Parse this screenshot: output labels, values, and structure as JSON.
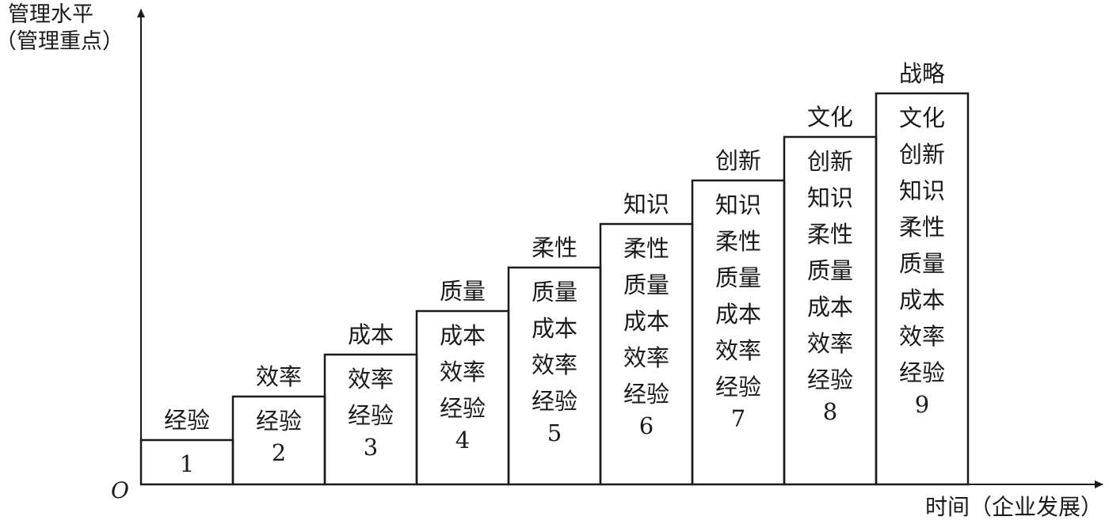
{
  "axes": {
    "y_label_line1": "管理水平",
    "y_label_line2": "（管理重点）",
    "x_label": "时间（企业发展）",
    "origin": "O"
  },
  "stages": [
    {
      "number": "1",
      "label": "经验",
      "contents": []
    },
    {
      "number": "2",
      "label": "效率",
      "contents": [
        "经验"
      ]
    },
    {
      "number": "3",
      "label": "成本",
      "contents": [
        "效率",
        "经验"
      ]
    },
    {
      "number": "4",
      "label": "质量",
      "contents": [
        "成本",
        "效率",
        "经验"
      ]
    },
    {
      "number": "5",
      "label": "柔性",
      "contents": [
        "质量",
        "成本",
        "效率",
        "经验"
      ]
    },
    {
      "number": "6",
      "label": "知识",
      "contents": [
        "柔性",
        "质量",
        "成本",
        "效率",
        "经验"
      ]
    },
    {
      "number": "7",
      "label": "创新",
      "contents": [
        "知识",
        "柔性",
        "质量",
        "成本",
        "效率",
        "经验"
      ]
    },
    {
      "number": "8",
      "label": "文化",
      "contents": [
        "创新",
        "知识",
        "柔性",
        "质量",
        "成本",
        "效率",
        "经验"
      ]
    },
    {
      "number": "9",
      "label": "战略",
      "contents": [
        "文化",
        "创新",
        "知识",
        "柔性",
        "质量",
        "成本",
        "效率",
        "经验"
      ]
    }
  ]
}
